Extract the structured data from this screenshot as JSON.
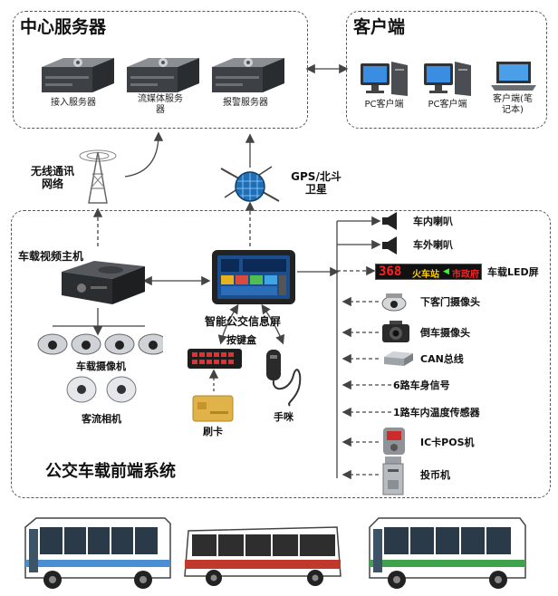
{
  "central": {
    "title": "中心服务器",
    "servers": [
      {
        "label_lines": [
          "接入服务器"
        ]
      },
      {
        "label_lines": [
          "流媒体服务",
          "器"
        ]
      },
      {
        "label_lines": [
          "报警服务器"
        ]
      }
    ]
  },
  "client": {
    "title": "客户端",
    "items": [
      {
        "label_lines": [
          "PC客户端"
        ]
      },
      {
        "label_lines": [
          "PC客户端"
        ]
      },
      {
        "label_lines": [
          "客户端(笔",
          "记本)"
        ]
      }
    ]
  },
  "wireless": {
    "label_lines": [
      "无线通讯",
      "网络"
    ]
  },
  "satellite": {
    "label_lines": [
      "GPS/北斗",
      "卫星"
    ]
  },
  "onboard": {
    "title": "公交车载前端系统",
    "host": "车载视频主机",
    "screen": "智能公交信息屏",
    "keypad": "按键盒",
    "card": "刷卡",
    "mic": "手咪",
    "cameras": "车载摄像机",
    "counter": "客流相机",
    "led_text": {
      "digits": "368",
      "line1": "火车站",
      "line2": "市政府"
    },
    "peripherals": [
      {
        "label": "车内喇叭"
      },
      {
        "label": "车外喇叭"
      },
      {
        "label": "车载LED屏"
      },
      {
        "label": "下客门摄像头"
      },
      {
        "label": "倒车摄像头"
      },
      {
        "label": "CAN总线"
      },
      {
        "label": "6路车身信号"
      },
      {
        "label": "1路车内温度传感器"
      },
      {
        "label": "IC卡POS机"
      },
      {
        "label": "投币机"
      }
    ]
  },
  "colors": {
    "border": "#555555",
    "arrow": "#444444",
    "led_digits": "#ff2020",
    "led_text": "#ffd000",
    "led_green": "#30ff30"
  }
}
